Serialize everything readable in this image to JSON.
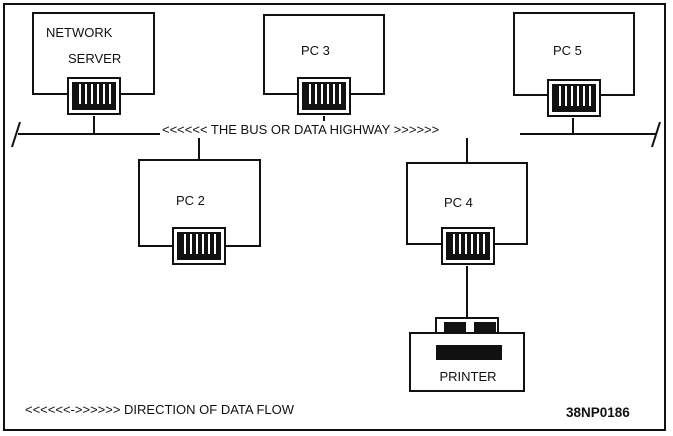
{
  "nodes": {
    "network_server": {
      "line1": "NETWORK",
      "line2": "SERVER"
    },
    "pc3": {
      "label": "PC 3"
    },
    "pc5": {
      "label": "PC 5"
    },
    "pc2": {
      "label": "PC 2"
    },
    "pc4": {
      "label": "PC 4"
    },
    "printer": {
      "label": "PRINTER"
    }
  },
  "bus": {
    "label": "<<<<<< THE BUS OR DATA HIGHWAY >>>>>>"
  },
  "legend": {
    "text": "<<<<<<->>>>>> DIRECTION OF DATA FLOW"
  },
  "figure_id": "38NP0186"
}
